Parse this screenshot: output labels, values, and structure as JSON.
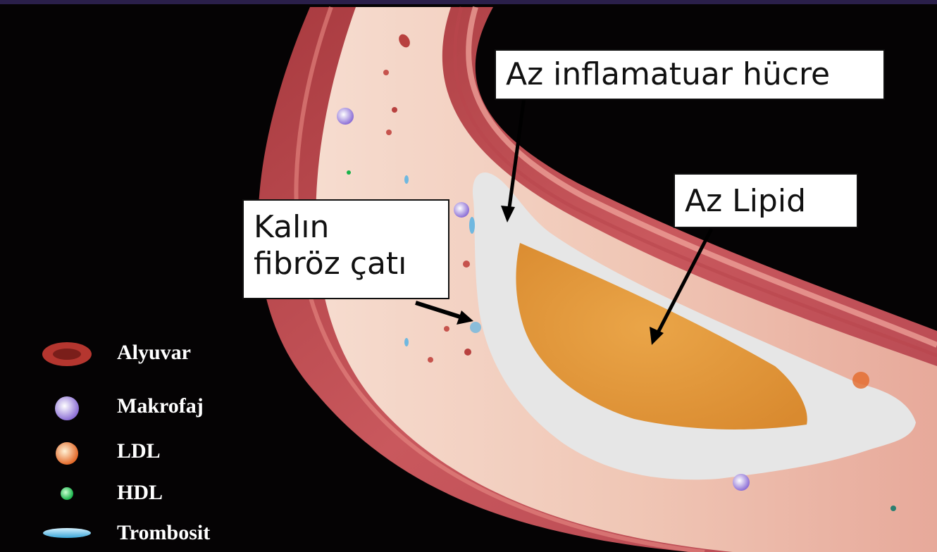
{
  "callouts": {
    "inflammatory": "Az inflamatuar hücre",
    "lipid": "Az Lipid",
    "fibrous_cap": "Kalın\nfibröz çatı"
  },
  "legend": {
    "items": [
      {
        "label": "Alyuvar",
        "icon": "red-blood-cell-icon"
      },
      {
        "label": "Makrofaj",
        "icon": "macrophage-icon"
      },
      {
        "label": "LDL",
        "icon": "ldl-icon"
      },
      {
        "label": "HDL",
        "icon": "hdl-icon"
      },
      {
        "label": "Trombosit",
        "icon": "platelet-icon"
      }
    ]
  },
  "colors": {
    "background": "#050304",
    "artery_wall": "#c85a5e",
    "intima": "#f3d0c2",
    "fibrous_cap": "#e6e6e6",
    "lipid_core": "#e39a3a"
  }
}
